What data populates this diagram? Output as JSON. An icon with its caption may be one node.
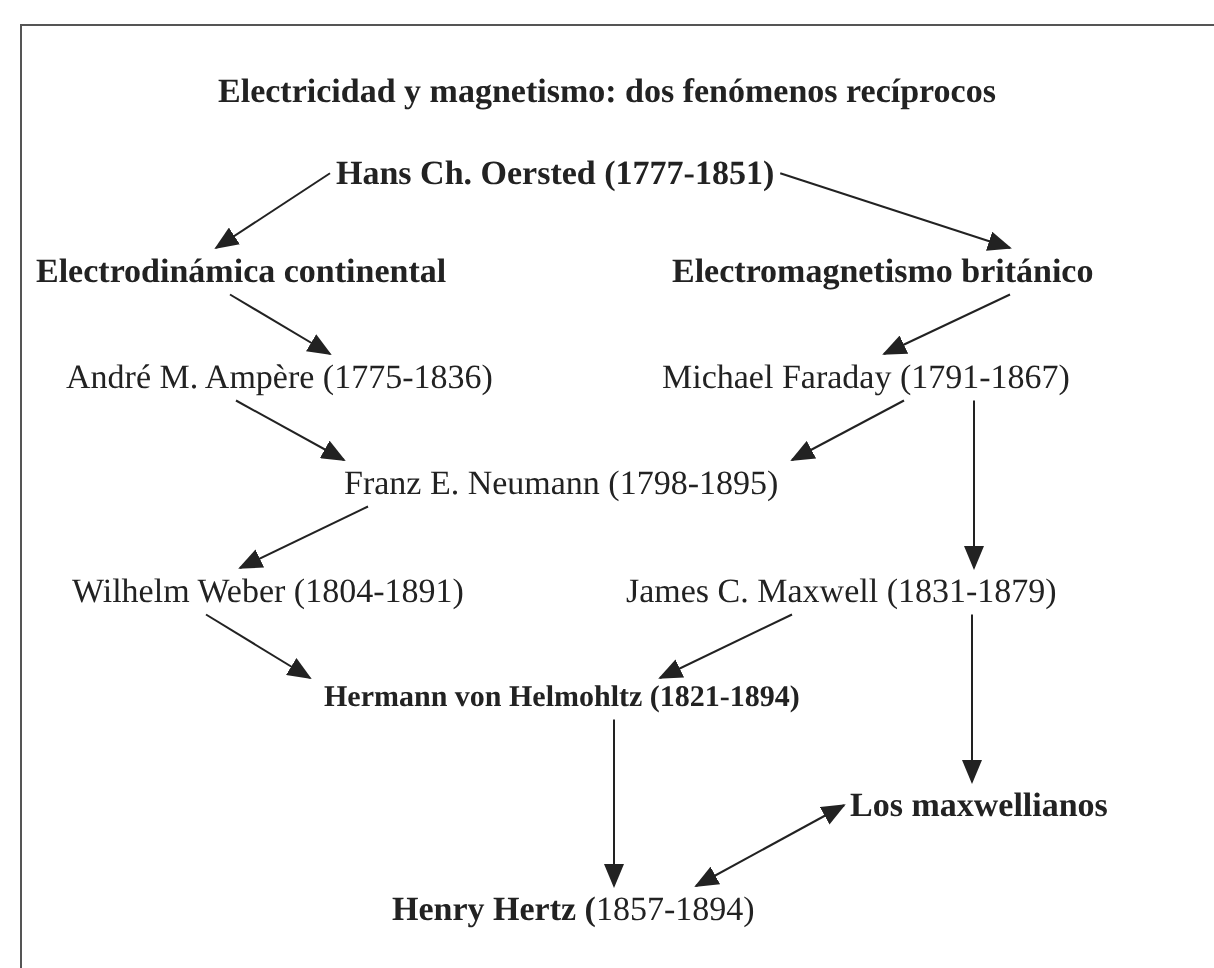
{
  "diagram": {
    "title": "Electricidad y magnetismo: dos fenómenos recíprocos",
    "nodes": [
      {
        "text": [
          "Hans Ch. Oersted (1777-1851)"
        ]
      },
      {
        "text": [
          "Electrodinámica continental"
        ]
      },
      {
        "text": [
          "Electromagnetismo británico"
        ]
      },
      {
        "text": [
          "André M. Ampère (1775-1836)"
        ]
      },
      {
        "text": [
          "Michael Faraday (1791-1867)"
        ]
      },
      {
        "text": [
          "Franz E. Neumann (1798-1895)"
        ]
      },
      {
        "text": [
          "Wilhelm Weber (1804-1891)"
        ]
      },
      {
        "text": [
          "James C. Maxwell (1831-1879)"
        ]
      },
      {
        "text": [
          "Hermann von Helmohltz (1821-1894)"
        ]
      },
      {
        "text": [
          "Los maxwellianos"
        ]
      },
      {
        "text": [
          "**Henry Hertz (**1857-1894)"
        ]
      }
    ],
    "edges": [
      {
        "from": 0,
        "to": 1,
        "arrow": "to"
      },
      {
        "from": 0,
        "to": 2,
        "arrow": "to"
      },
      {
        "from": 1,
        "to": 3,
        "arrow": "to"
      },
      {
        "from": 2,
        "to": 4,
        "arrow": "to"
      },
      {
        "from": 3,
        "to": 5,
        "arrow": "to"
      },
      {
        "from": 4,
        "to": 5,
        "arrow": "to"
      },
      {
        "from": 4,
        "to": 7,
        "arrow": "to"
      },
      {
        "from": 5,
        "to": 6,
        "arrow": "to"
      },
      {
        "from": 6,
        "to": 8,
        "arrow": "to"
      },
      {
        "from": 7,
        "to": 8,
        "arrow": "to"
      },
      {
        "from": 7,
        "to": 9,
        "arrow": "to"
      },
      {
        "from": 8,
        "to": 10,
        "arrow": "to"
      },
      {
        "from": 10,
        "to": 9,
        "arrow": "both"
      }
    ]
  }
}
